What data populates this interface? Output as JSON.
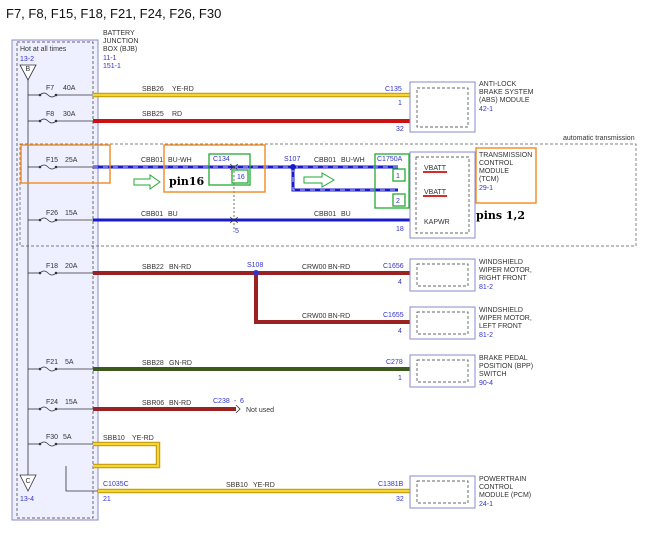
{
  "title": "F7, F8, F15, F18, F21, F24, F26, F30",
  "bjb": {
    "hot_label": "Hot at all times",
    "hot_ref": "13-2",
    "name_lines": [
      "BATTERY",
      "JUNCTION",
      "BOX (BJB)"
    ],
    "refs": [
      "11-1",
      "151-1"
    ],
    "top_connector": "B",
    "bottom_connector": "C",
    "bottom_ref": "13-4"
  },
  "fuses": [
    {
      "id": "F7",
      "amps": "40A"
    },
    {
      "id": "F8",
      "amps": "30A"
    },
    {
      "id": "F15",
      "amps": "25A"
    },
    {
      "id": "F26",
      "amps": "15A"
    },
    {
      "id": "F18",
      "amps": "20A"
    },
    {
      "id": "F21",
      "amps": "5A"
    },
    {
      "id": "F24",
      "amps": "15A"
    },
    {
      "id": "F30",
      "amps": "5A"
    }
  ],
  "circuits": {
    "f7": {
      "circuit": "SBB26",
      "color": "YE-RD",
      "connector": "C135",
      "pin": "1"
    },
    "f8": {
      "circuit": "SBB25",
      "color": "RD",
      "pin": "32"
    },
    "f15": {
      "circuit": "CBB01",
      "color": "BU-WH",
      "c134": "C134",
      "c134_pin": "16",
      "splice": "S107",
      "circuit2": "CBB01",
      "color2": "BU-WH",
      "connector": "C1750A",
      "pin_a": "1",
      "pin_b": "2"
    },
    "f26": {
      "circuit": "CBB01",
      "color": "BU",
      "mid_pin": "5",
      "circuit2": "CBB01",
      "color2": "BU",
      "pin": "18"
    },
    "f18": {
      "circuit": "SBB22",
      "color": "BN-RD",
      "splice": "S108",
      "circuit2": "CRW00",
      "color2": "BN-RD",
      "connector": "C1656",
      "pin": "4",
      "circuit3": "CRW00",
      "color3": "BN-RD",
      "connector3": "C1655",
      "pin3": "4"
    },
    "f21": {
      "circuit": "SBB28",
      "color": "GN-RD",
      "connector": "C278",
      "pin": "1"
    },
    "f24": {
      "circuit": "SBR06",
      "color": "BN-RD",
      "connector": "C238",
      "sep": "-",
      "pin": "6",
      "note": "Not used"
    },
    "f30": {
      "circuit": "SBB10",
      "color": "YE-RD",
      "connector_left": "C1035C",
      "pin_left": "21",
      "circuit2": "SBB10",
      "color2": "YE-RD",
      "connector": "C1381B",
      "pin": "32"
    }
  },
  "modules": {
    "abs": {
      "lines": [
        "ANTI-LOCK",
        "BRAKE SYSTEM",
        "(ABS) MODULE"
      ],
      "ref": "42-1"
    },
    "tcm": {
      "lines": [
        "TRANSMISSION",
        "CONTROL",
        "MODULE",
        "(TCM)"
      ],
      "ref": "29-1",
      "pins": [
        "VBATT",
        "VBATT",
        "KAPWR"
      ]
    },
    "wiper_rf": {
      "lines": [
        "WINDSHIELD",
        "WIPER MOTOR,",
        "RIGHT FRONT"
      ],
      "ref": "81-2"
    },
    "wiper_lf": {
      "lines": [
        "WINDSHIELD",
        "WIPER MOTOR,",
        "LEFT FRONT"
      ],
      "ref": "81-2"
    },
    "bpp": {
      "lines": [
        "BRAKE PEDAL",
        "POSITION (BPP)",
        "SWITCH"
      ],
      "ref": "90-4"
    },
    "pcm": {
      "lines": [
        "POWERTRAIN",
        "CONTROL",
        "MODULE (PCM)"
      ],
      "ref": "24-1"
    }
  },
  "auto_trans_label": "automatic transmission",
  "annotations": {
    "pin16": "pin16",
    "pins12": "pins 1,2"
  },
  "colors": {
    "yellow": "#e8c21a",
    "red": "#cc1111",
    "blue": "#1a1acc",
    "brown": "#9b2222",
    "green": "#3d5a1e",
    "label_blue": "#3333cc",
    "orange": "#f08a1e",
    "highlight_green": "#22aa33"
  }
}
